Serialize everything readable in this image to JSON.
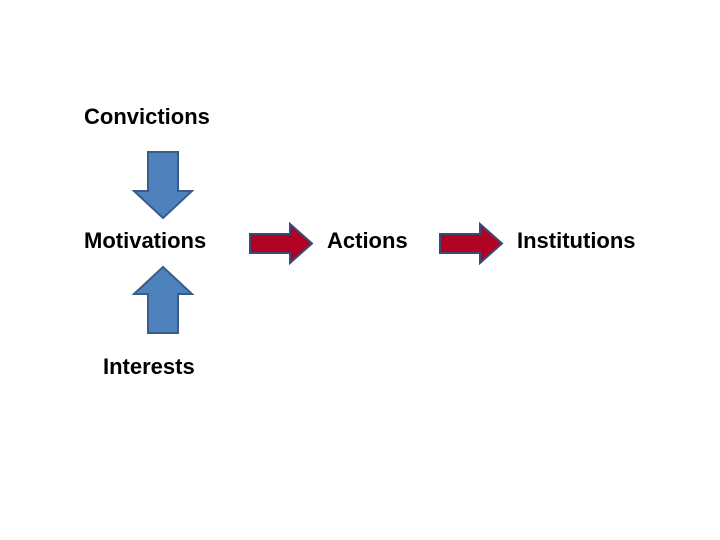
{
  "diagram": {
    "title": "Convictions and Interests to Motivations to Actions to Institutions flow",
    "background_color": "#FFFFFF",
    "nodes": [
      {
        "id": "convictions",
        "label": "Convictions"
      },
      {
        "id": "motivations",
        "label": "Motivations"
      },
      {
        "id": "interests",
        "label": "Interests"
      },
      {
        "id": "actions",
        "label": "Actions"
      },
      {
        "id": "institutions",
        "label": "Institutions"
      }
    ],
    "connectors": [
      {
        "id": "convictions-to-motivations",
        "icon": "arrow-down-icon",
        "direction": "down",
        "from": "Convictions",
        "to": "Motivations",
        "fill_color": "#4F81BD",
        "border_color": "#385D8A"
      },
      {
        "id": "interests-to-motivations",
        "icon": "arrow-up-icon",
        "direction": "up",
        "from": "Interests",
        "to": "Motivations",
        "fill_color": "#4F81BD",
        "border_color": "#385D8A"
      },
      {
        "id": "motivations-to-actions",
        "icon": "arrow-right-icon",
        "direction": "right",
        "from": "Motivations",
        "to": "Actions",
        "fill_color": "#B00324",
        "border_color": "#3B4A7A"
      },
      {
        "id": "actions-to-institutions",
        "icon": "arrow-right-icon",
        "direction": "right",
        "from": "Actions",
        "to": "Institutions",
        "fill_color": "#B00324",
        "border_color": "#3B4A7A"
      }
    ],
    "colors": {
      "text": "#000000",
      "blue_arrow_fill": "#4F81BD",
      "blue_arrow_border": "#385D8A",
      "red_arrow_fill": "#B00324",
      "red_arrow_border": "#3B4A7A"
    }
  }
}
